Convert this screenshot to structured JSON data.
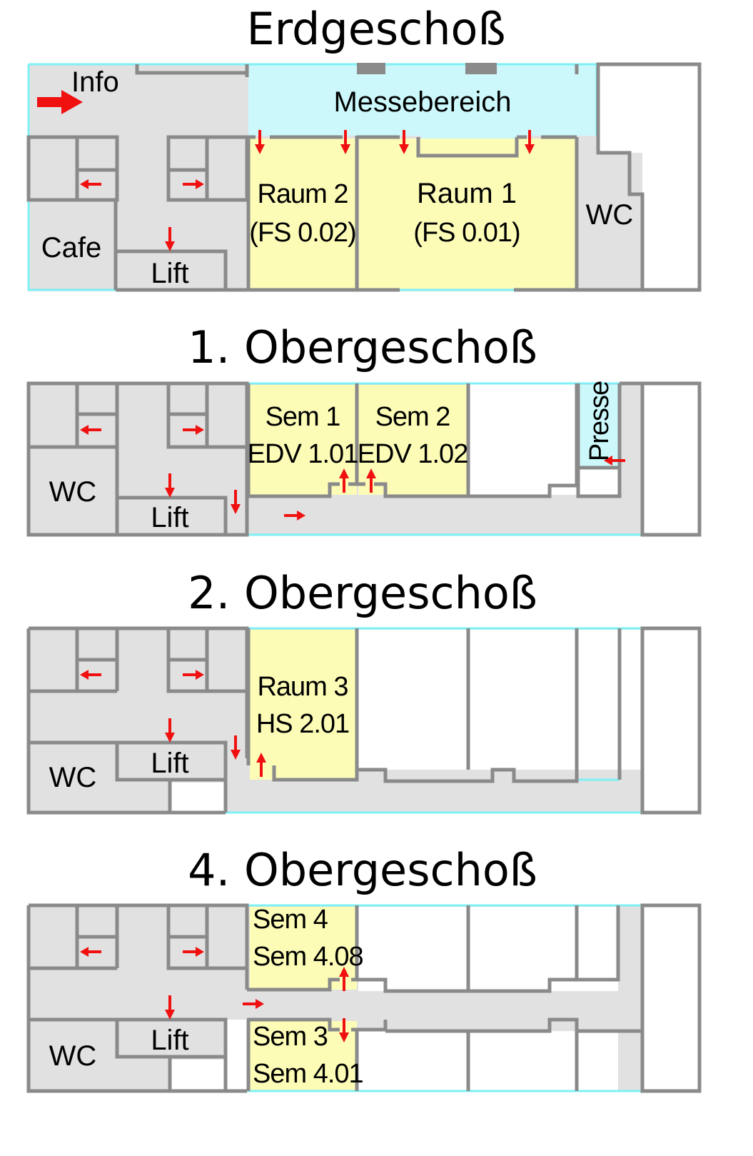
{
  "floors": [
    {
      "title": "Erdgeschoß",
      "labels": {
        "info": "Info",
        "fair": "Messebereich",
        "room2_name": "Raum 2",
        "room2_code": "(FS 0.02)",
        "room1_name": "Raum 1",
        "room1_code": "(FS 0.01)",
        "wc": "WC",
        "cafe": "Cafe",
        "lift": "Lift"
      }
    },
    {
      "title": "1. Obergeschoß",
      "labels": {
        "sem1_name": "Sem 1",
        "sem1_code": "EDV 1.01",
        "sem2_name": "Sem 2",
        "sem2_code": "EDV 1.02",
        "press": "Presse",
        "wc": "WC",
        "lift": "Lift"
      }
    },
    {
      "title": "2. Obergeschoß",
      "labels": {
        "room3_name": "Raum 3",
        "room3_code": "HS 2.01",
        "wc": "WC",
        "lift": "Lift"
      }
    },
    {
      "title": "4. Obergeschoß",
      "labels": {
        "sem4_name": "Sem 4",
        "sem4_code": "Sem 4.08",
        "sem3_name": "Sem 3",
        "sem3_code": "Sem 4.01",
        "wc": "WC",
        "lift": "Lift"
      }
    }
  ],
  "colors": {
    "corridor": "#e1e1e1",
    "fair_area": "#ccf8fb",
    "event_room": "#fcfcb7",
    "direction_arrow": "#f01010",
    "wall": "#8a8a8a"
  }
}
